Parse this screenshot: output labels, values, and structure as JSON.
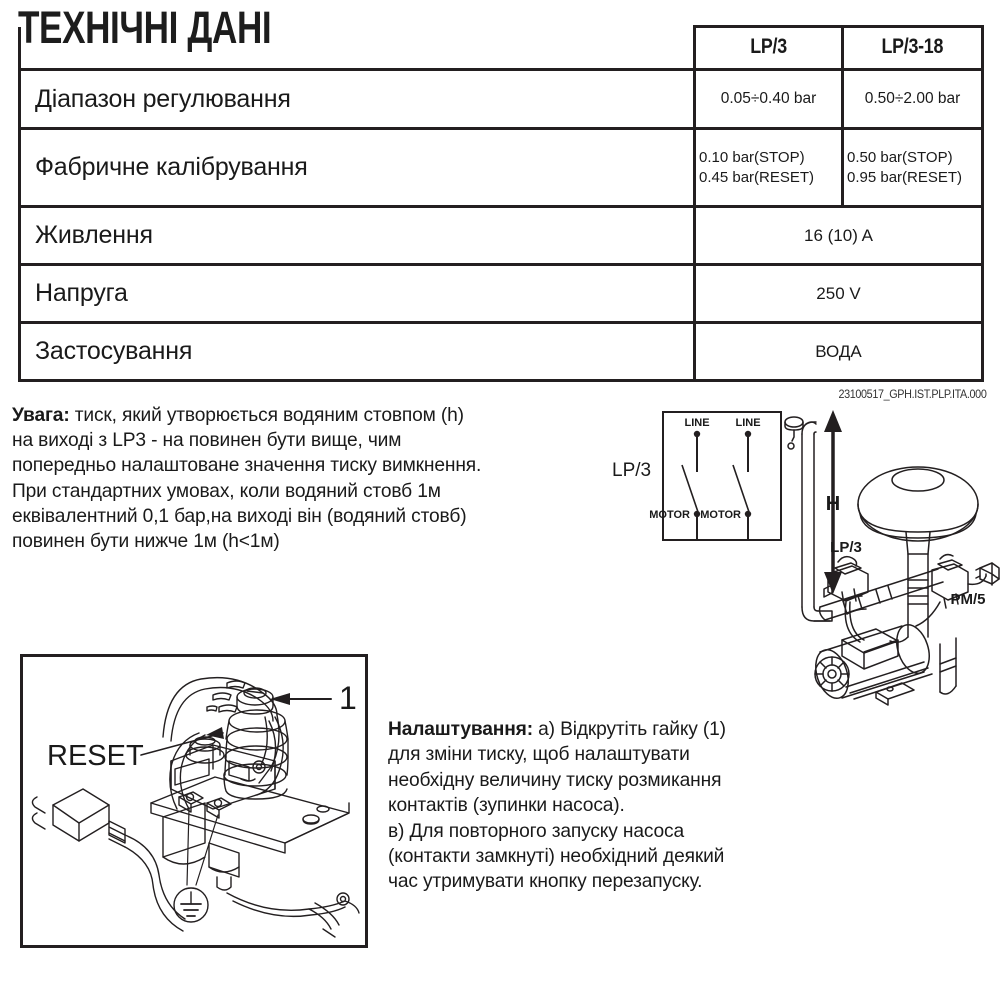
{
  "document": {
    "title": "ТЕХНІЧНІ ДАНІ",
    "reference_code": "23100517_GPH.IST.PLP.ITA.000"
  },
  "spec_table": {
    "columns": [
      "",
      "LP/3",
      "LP/3-18"
    ],
    "rows": [
      {
        "label": "Діапазон регулювання",
        "lp3": "0.05÷0.40 bar",
        "lp318": "0.50÷2.00 bar",
        "merged": false
      },
      {
        "label": "Фабричне калібрування",
        "lp3_line1": "0.10 bar(STOP)",
        "lp3_line2": "0.45 bar(RESET)",
        "lp318_line1": "0.50 bar(STOP)",
        "lp318_line2": "0.95 bar(RESET)",
        "merged": false
      },
      {
        "label": "Живлення",
        "value": "16 (10) A",
        "merged": true
      },
      {
        "label": "Напруга",
        "value": "250 V",
        "merged": true
      },
      {
        "label": "Застосування",
        "value": "ВОДА",
        "merged": true
      }
    ]
  },
  "note": {
    "heading": "Увага:",
    "lines": [
      " тиск, який утворюється водяним стовпом (h)",
      "на виході з LP3 - на повинен бути вище, чим",
      "попередньо налаштоване значення тиску вимкнення.",
      "При стандартних умовах, коли водяний стовб 1м",
      "еквівалентний 0,1 бар,на виході він (водяний стовб)",
      "повинен бути нижче 1м (h<1м)"
    ]
  },
  "wiring_diagram": {
    "device_label": "LP/3",
    "line_left": "LINE",
    "line_right": "LINE",
    "motor_left": "MOTOR",
    "motor_right": "MOTOR"
  },
  "install_diagram": {
    "height_label": "H",
    "switch_label": "LP/3",
    "pump_control_label": "PM/5"
  },
  "device_photo": {
    "reset_label": "RESET",
    "callout_number": "1",
    "earth_symbol": "earth-ground"
  },
  "setup": {
    "heading": "Налаштування:",
    "lines": [
      " а) Відкрутіть гайку (1)",
      "для зміни тиску, щоб налаштувати",
      "необхідну величину тиску розмикання",
      "контактів (зупинки насоса).",
      "в) Для повторного запуску насоса",
      "(контакти замкнуті) необхідний деякий",
      "час утримувати кнопку перезапуску."
    ]
  },
  "colors": {
    "ink": "#231f20",
    "text": "#1a1a1a",
    "background": "#ffffff"
  }
}
